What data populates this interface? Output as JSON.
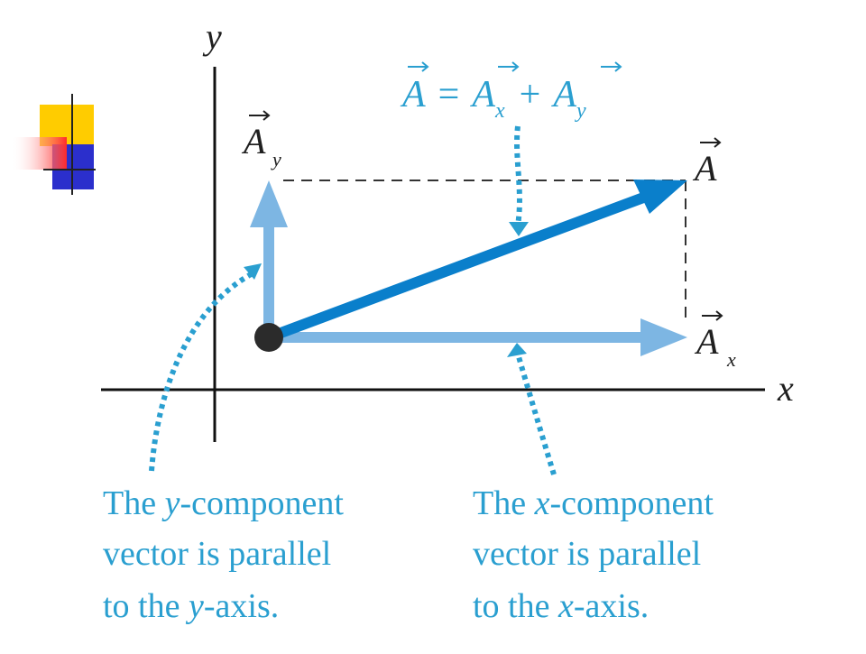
{
  "colors": {
    "main_vector": "#0a7fcb",
    "component_vector": "#7db6e3",
    "callout": "#2a9fd0",
    "axis": "#111111",
    "origin_dot": "#2b2b2b",
    "deco_yellow": "#ffcc00",
    "deco_red": "#ff3b3b",
    "deco_blue": "#2b2fcc"
  },
  "axes": {
    "x_label": "x",
    "y_label": "y"
  },
  "vectors": {
    "resultant": {
      "letter": "A"
    },
    "x_component": {
      "letter": "A",
      "subscript": "x"
    },
    "y_component": {
      "letter": "A",
      "subscript": "y"
    }
  },
  "equation": {
    "lhs": "A",
    "equals": "=",
    "term1": "A",
    "term1_sub": "x",
    "plus": "+",
    "term2": "A",
    "term2_sub": "y"
  },
  "callouts": {
    "y_component": {
      "line1_pre": "The ",
      "line1_var": "y",
      "line1_post": "-component",
      "line2": "vector is parallel",
      "line3_pre": "to the ",
      "line3_var": "y",
      "line3_post": "-axis."
    },
    "x_component": {
      "line1_pre": "The ",
      "line1_var": "x",
      "line1_post": "-component",
      "line2": "vector is parallel",
      "line3_pre": "to the ",
      "line3_var": "x",
      "line3_post": "-axis."
    }
  }
}
